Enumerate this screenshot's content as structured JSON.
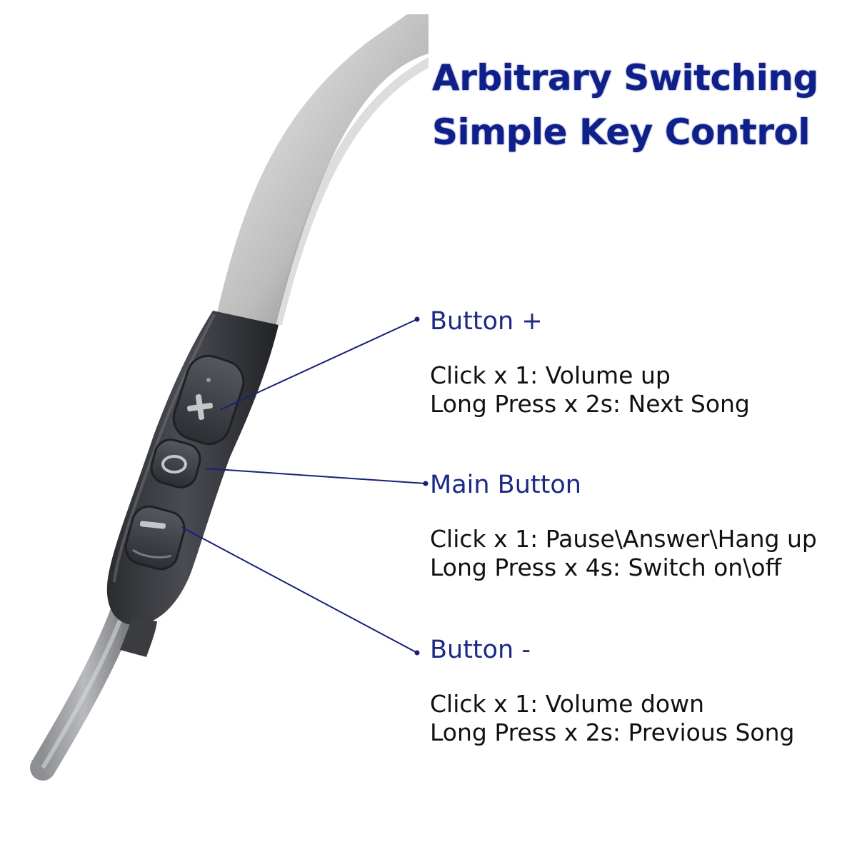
{
  "title": {
    "line1": "Arbitrary Switching",
    "line2": "Simple Key Control"
  },
  "buttons": [
    {
      "name": "Button +",
      "lines": [
        "Click x 1:  Volume up",
        "Long Press x 2s: Next Song"
      ]
    },
    {
      "name": "Main Button",
      "lines": [
        "Click x 1:  Pause\\Answer\\Hang up",
        "Long Press x 4s:  Switch on\\off"
      ]
    },
    {
      "name": "Button -",
      "lines": [
        "Click x 1:  Volume down",
        "Long Press x 2s: Previous Song"
      ]
    }
  ],
  "colors": {
    "title": "#10208a",
    "label": "#1c2a85",
    "leader_line": "#16207a",
    "remote_body": "#3a3c40",
    "neckband": "#d8d8d8",
    "text": "#111111"
  }
}
